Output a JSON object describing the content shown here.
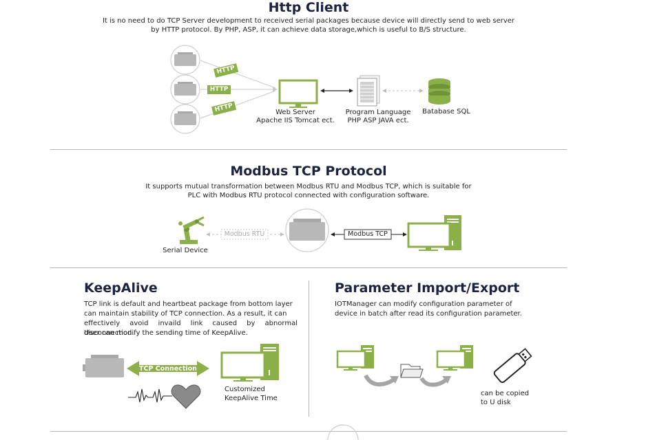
{
  "http": {
    "title": "Http Client",
    "desc_line1": "It is no need to do TCP Server development to received serial packages because device will directly send to web server",
    "desc_line2": "by HTTP protocol. By PHP, ASP, it can achieve data storage,which is useful to B/S structure.",
    "tag": "HTTP",
    "web_server_line1": "Web Server",
    "web_server_line2": "Apache IIS Tomcat ect.",
    "program_line1": "Program Language",
    "program_line2": "PHP ASP JAVA ect.",
    "database": "Batabase SQL"
  },
  "modbus": {
    "title": "Modbus TCP Protocol",
    "desc_line1": "It supports mutual transformation between Modbus RTU and Modbus TCP, which is suitable for",
    "desc_line2": "PLC with Modbus RTU protocol connected with configuration software.",
    "rtu_label": "Modbus RTU",
    "tcp_label": "Modbus TCP",
    "serial_device": "Serial Device"
  },
  "keepalive": {
    "title": "KeepAlive",
    "para": [
      "TCP link is default and heartbeat package from bottom layer",
      "can maintain stability of TCP connection. As a result, it can",
      "effectively avoid invaild link caused by abnormal disconnection.",
      "User can modify the sending time of KeepAlive."
    ],
    "tcp_connection": "TCP Connection",
    "custom_line1": "Customized",
    "custom_line2": "KeepAlive Time"
  },
  "param": {
    "title": "Parameter Import/Export",
    "para": [
      "IOTManager can modify configuration parameter of",
      "device in batch after read its configuration parameter."
    ],
    "copy_line1": "can be copied",
    "copy_line2": "to U disk"
  },
  "colors": {
    "green": "#8bb04a",
    "navy": "#1c2340",
    "gray_device": "#b8b8b8"
  }
}
